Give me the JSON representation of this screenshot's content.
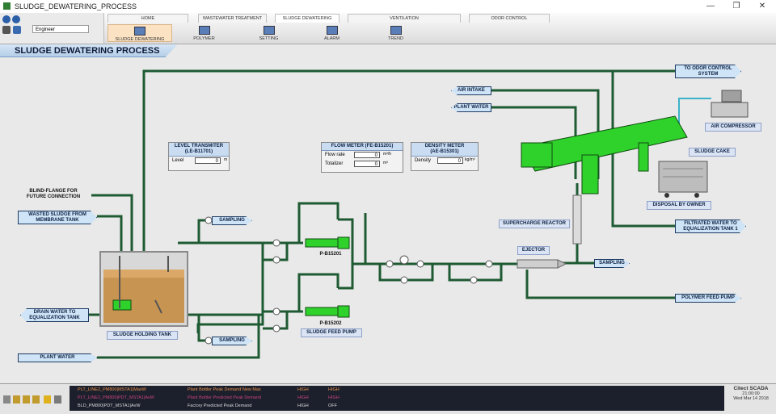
{
  "window": {
    "title": "SLUDGE_DEWATERING_PROCESS",
    "minimize": "—",
    "restore": "❐",
    "close": "✕"
  },
  "toolbar": {
    "user": "Engineer",
    "main_tabs": [
      "HOME",
      "WASTEWATER TREATMENT",
      "SLUDGE DEWATERING",
      "VENTILATION",
      "ODOR CONTROL"
    ],
    "active_main_tab": "SLUDGE DEWATERING",
    "sub_tabs": [
      "SLUDGE DEWATERING",
      "POLYMER",
      "SETTING",
      "ALARM",
      "TREND"
    ],
    "active_sub_tab": "SLUDGE DEWATERING"
  },
  "page_title": "SLUDGE DEWATERING PROCESS",
  "process": {
    "to_odor_control": "TO ODOR CONTROL\nSYSTEM",
    "air_intake": "AIR INTAKE",
    "plant_water_top": "PLANT WATER",
    "air_compressor": "AIR COMPRESSOR",
    "sludge_cake": "SLUDGE CAKE",
    "disposal": "DISPOSAL BY OWNER",
    "filtrated_water": "FILTRATED WATER TO\nEQUALIZATION TANK 1",
    "supercharge_reactor": "SUPERCHARGE REACTOR",
    "ejector": "EJECTOR",
    "sampling_right": "SAMPLING",
    "polymer_feed_pump": "POLYMER FEED PUMP",
    "blind_flange": "BLIND-FLANGE FOR\nFUTURE CONNECTION",
    "wasted_sludge": "WASTED SLUDGE FROM\nMEMBRANE TANK",
    "drain_water": "DRAIN WATER TO\nEQUALIZATION TANK",
    "plant_water_bottom": "PLANT WATER",
    "sampling_top": "SAMPLING",
    "sampling_bottom": "SAMPLING",
    "sludge_holding_tank": "SLUDGE HOLDING TANK",
    "sludge_feed_pump": "SLUDGE FEED PUMP",
    "pump1": "P-B15201",
    "pump2": "P-B15202"
  },
  "level_transmitter": {
    "title": "LEVEL TRANSMITER\n(LE-B11701)",
    "label": "Level",
    "value": "0",
    "unit": "m"
  },
  "flow_meter": {
    "title": "FLOW METER (FE-B15201)",
    "rate_label": "Flow rate",
    "rate_value": "0",
    "rate_unit": "m³/h",
    "total_label": "Totalizer",
    "total_value": "0",
    "total_unit": "m³"
  },
  "density_meter": {
    "title": "DENSITY METER\n(AE-B15301)",
    "label": "Density",
    "value": "0",
    "unit": "kg/m³"
  },
  "alarms": [
    {
      "tag": "PLT_LINE2_PM800|MSTA1|MaxW",
      "desc": "Plant Bottler Peak Demand New Max",
      "prio": "HIGH",
      "state": "HIGH",
      "color": "#e9914a"
    },
    {
      "tag": "PLT_LINE2_PM800|PDT_MSTA1|AvW",
      "desc": "Plant Bottler Predicted Peak Demand",
      "prio": "HIGH",
      "state": "HIGH",
      "color": "#c7477a"
    },
    {
      "tag": "BLD_PM800|PDT_MSTA1|AvW",
      "desc": "Factory Predicted Peak Demand",
      "prio": "HIGH",
      "state": "OFF",
      "color": "#d8d8d8"
    }
  ],
  "status": {
    "brand": "Citect SCADA",
    "time": "21:00:00",
    "date": "Wed Mar 14 2018"
  },
  "colors": {
    "pipe": "#1e5a32",
    "equipment": "#2fd12b",
    "tag_fill": "#cfe4f6"
  }
}
